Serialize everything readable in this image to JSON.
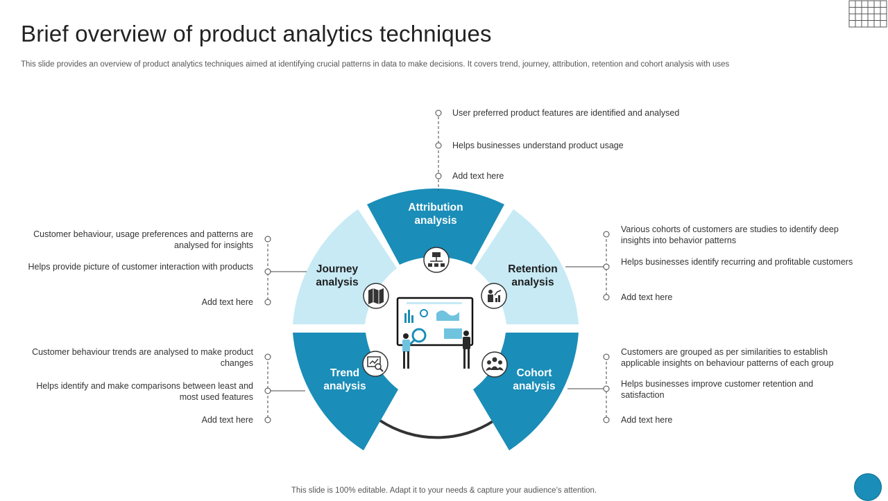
{
  "title": "Brief overview of product analytics techniques",
  "subtitle": "This slide provides an overview of product analytics techniques aimed at identifying crucial patterns in data to make decisions. It covers trend, journey, attribution, retention and cohort analysis with uses",
  "footer": "This slide is 100% editable. Adapt it to your needs & capture your audience’s attention.",
  "colors": {
    "dark_segment": "#1a8db8",
    "light_segment": "#c7eaf5",
    "accent": "#1a8db8"
  },
  "segments": {
    "attribution": {
      "label": "Attribution analysis",
      "line1": "Attribution",
      "line2": "analysis",
      "icon": "hierarchy-icon",
      "points": [
        "User preferred  product features  are identified  and analysed",
        "Helps businesses understand product usage",
        "Add text here"
      ]
    },
    "journey": {
      "line1": "Journey",
      "line2": "analysis",
      "icon": "map-icon",
      "points": [
        "Customer behaviour,  usage preferences  and patterns are analysed for insights",
        "Helps provide  picture of customer interaction with products",
        "Add text here"
      ]
    },
    "retention": {
      "line1": "Retention",
      "line2": "analysis",
      "icon": "growth-chart-icon",
      "points": [
        "Various cohorts of customers are studies to identify deep insights into behavior  patterns",
        "Helps businesses identify recurring  and profitable customers",
        "Add text here"
      ]
    },
    "trend": {
      "line1": "Trend",
      "line2": "analysis",
      "icon": "analytics-magnifier-icon",
      "points": [
        "Customer behaviour  trends are analysed to make product changes",
        "Helps identify and make comparisons between least and most used features",
        "Add text here"
      ]
    },
    "cohort": {
      "line1": "Cohort",
      "line2": "analysis",
      "icon": "group-icon",
      "points": [
        "Customers are grouped  as per similarities to establish applicable insights on behaviour  patterns of each group",
        "Helps businesses improve  customer retention and satisfaction",
        "Add text here"
      ]
    }
  }
}
